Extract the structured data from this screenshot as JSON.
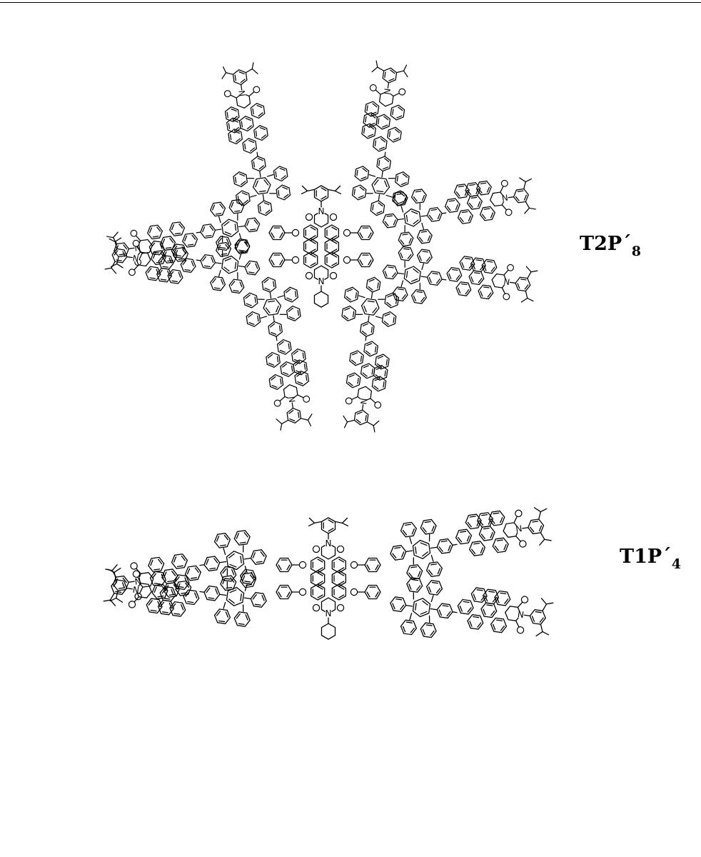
{
  "labels": {
    "t2": {
      "main": "T2P´",
      "sub": "8"
    },
    "t1": {
      "main": "T1P´",
      "sub": "4"
    }
  },
  "atoms": {
    "N": "N",
    "O": "O"
  },
  "colors": {
    "ink": "#000000",
    "paper": "#ffffff"
  },
  "molecules": [
    {
      "id": "T2",
      "core_branches": [
        {
          "dir": "nw",
          "arms": [
            {
              "dir": "n"
            },
            {
              "dir": "w"
            }
          ]
        },
        {
          "dir": "ne",
          "arms": [
            {
              "dir": "n"
            },
            {
              "dir": "e"
            }
          ]
        },
        {
          "dir": "sw",
          "arms": [
            {
              "dir": "w"
            },
            {
              "dir": "s"
            }
          ]
        },
        {
          "dir": "se",
          "arms": [
            {
              "dir": "s"
            },
            {
              "dir": "e"
            }
          ]
        }
      ]
    },
    {
      "id": "T1",
      "core_branches": [
        {
          "dir": "nw",
          "arms": [
            {
              "dir": "w"
            }
          ]
        },
        {
          "dir": "ne",
          "arms": [
            {
              "dir": "e"
            }
          ]
        },
        {
          "dir": "sw",
          "arms": [
            {
              "dir": "w"
            }
          ]
        },
        {
          "dir": "se",
          "arms": [
            {
              "dir": "e"
            }
          ]
        }
      ]
    }
  ]
}
